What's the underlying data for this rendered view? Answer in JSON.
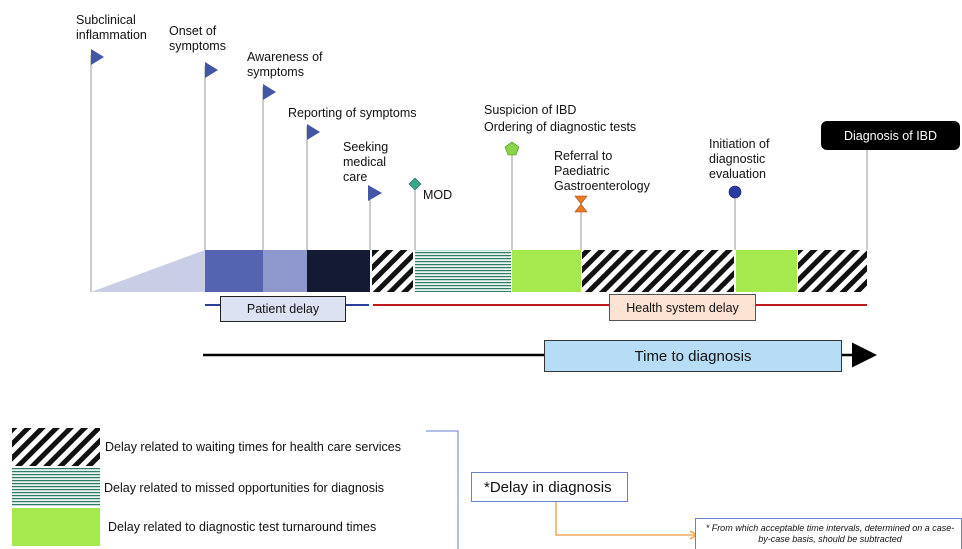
{
  "milestones": {
    "subclinical": "Subclinical inflammation",
    "onset": "Onset of symptoms",
    "awareness": "Awareness of symptoms",
    "reporting": "Reporting of symptoms",
    "seeking": "Seeking medical care",
    "mod": "MOD",
    "suspicion_line1": "Suspicion of IBD",
    "suspicion_line2": "Ordering of diagnostic tests",
    "referral": "Referral to Paediatric Gastroenterology",
    "initiation": "Initiation of diagnostic evaluation",
    "diagnosis": "Diagnosis of IBD"
  },
  "delays": {
    "patient": "Patient delay",
    "health_system": "Health system delay",
    "time_to_diagnosis": "Time to diagnosis"
  },
  "legend": {
    "waiting": "Delay related to waiting times for health care services",
    "missed": "Delay related to missed opportunities for diagnosis",
    "turnaround": "Delay related to diagnostic test turnaround times"
  },
  "note": {
    "title": "*Delay in diagnosis",
    "footnote": "* From which acceptable time intervals, determined on a case-by-case basis, should be subtracted"
  },
  "colors": {
    "flag": "#4455a6",
    "patient_block_1": "#5564b0",
    "patient_block_2": "#8e98cc",
    "patient_block_3": "#141a33",
    "subclinical_wedge": "#c9cde6",
    "turnaround_green": "#a6e94f",
    "missed_teal": "#2e7d66",
    "patient_line": "#2b3f9a",
    "health_line": "#c0191c",
    "patient_box": "#dde2f3",
    "health_box": "#fde3d3",
    "time_box": "#b7dcf5",
    "diagnosis_box": "#000000",
    "note_orange": "#f29a42",
    "note_border_blue": "#6a7fd0"
  }
}
